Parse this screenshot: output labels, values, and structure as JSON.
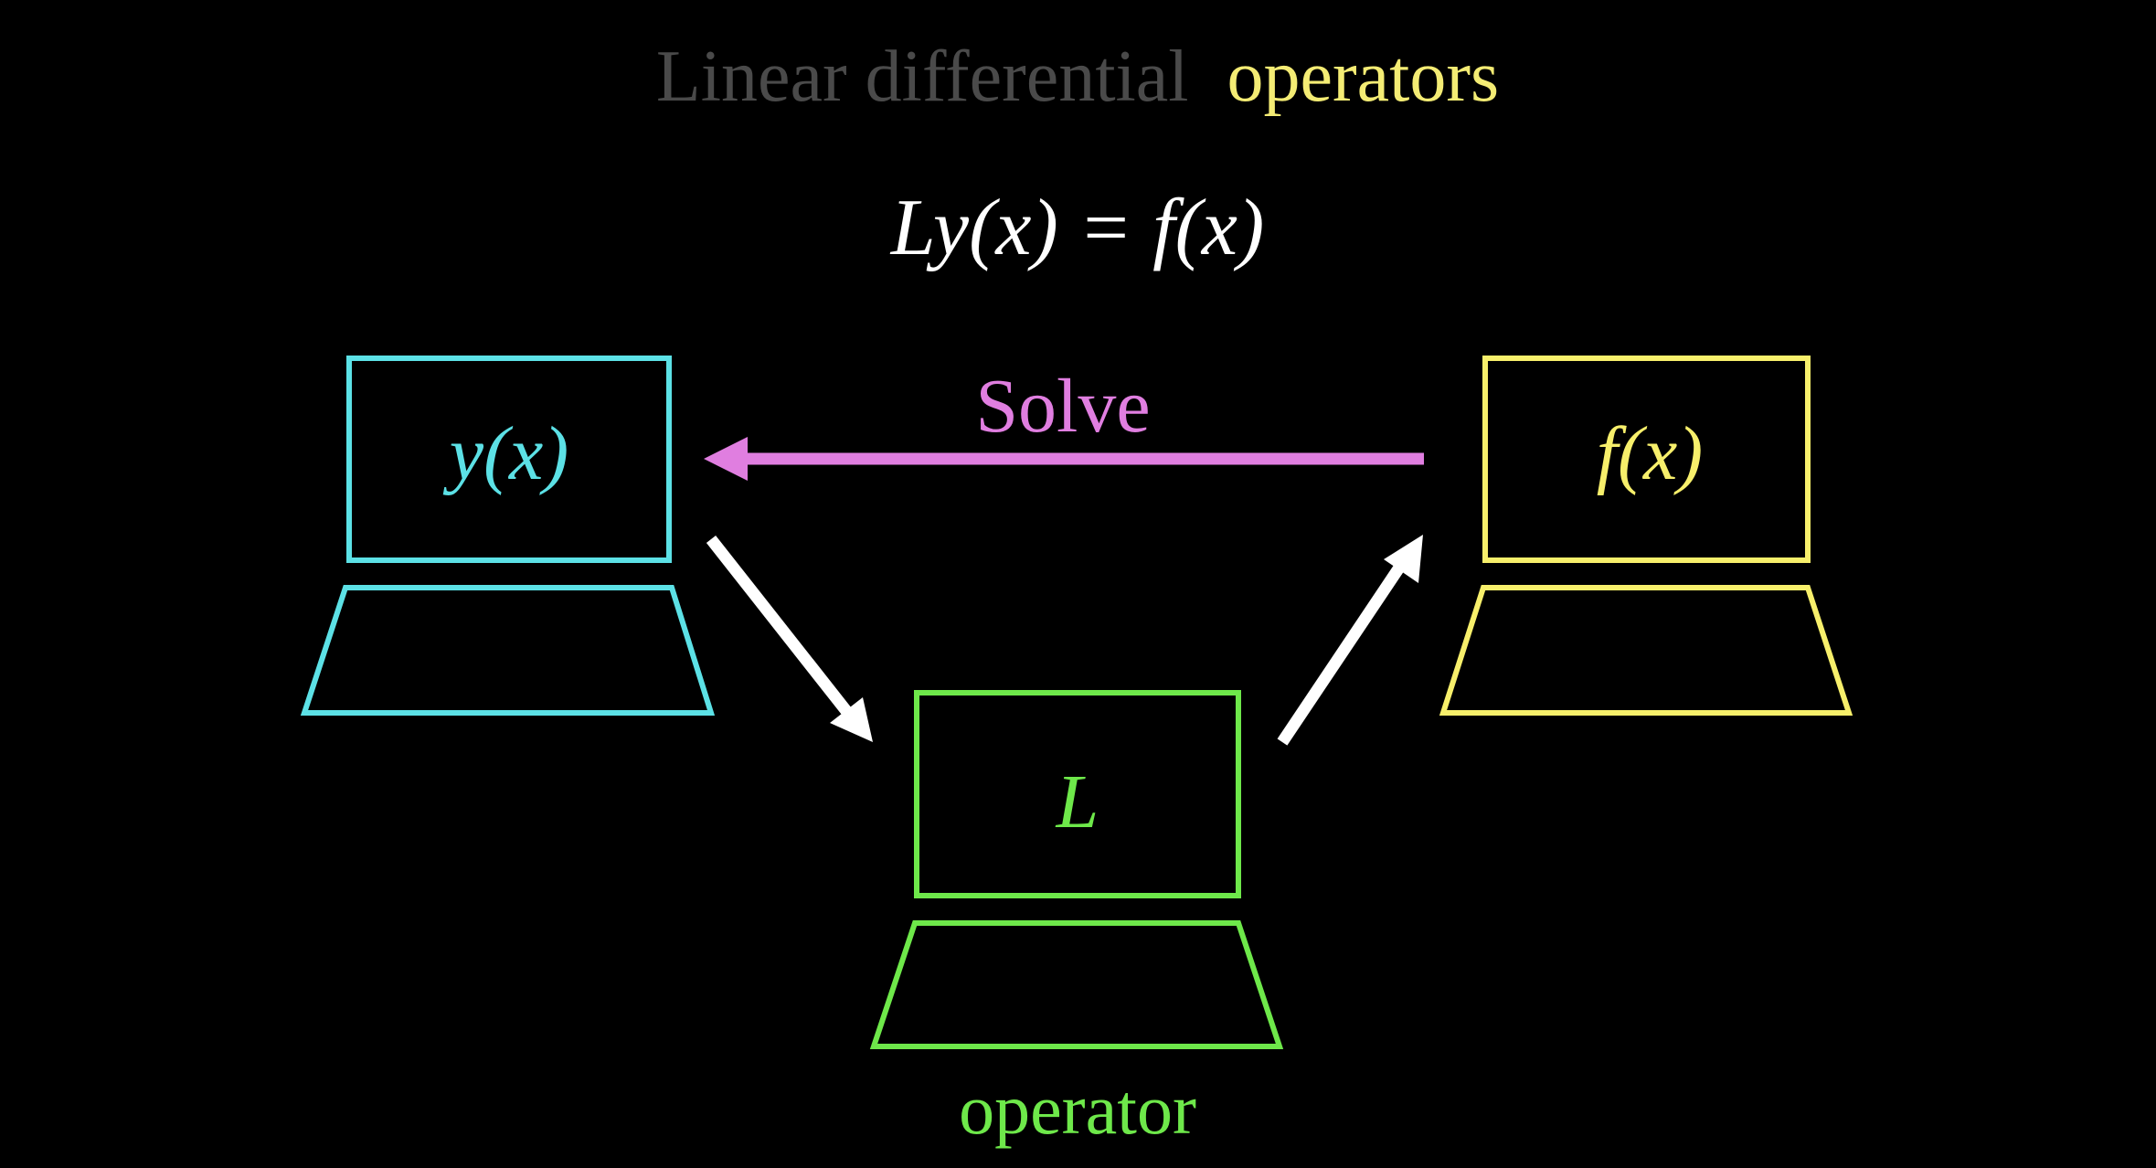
{
  "title": {
    "part1": "Linear differential",
    "part2": "operators"
  },
  "equation": "Ly(x) = f(x)",
  "nodes": {
    "input": {
      "label": "y(x)",
      "color": "#5ce1e6"
    },
    "operator": {
      "label": "L",
      "caption": "operator",
      "color": "#6ee84a"
    },
    "output": {
      "label": "f(x)",
      "color": "#f7ef6b"
    }
  },
  "solve_label": "Solve",
  "colors": {
    "background": "#000000",
    "title_dim": "#4a4a4a",
    "title_highlight": "#f4ec74",
    "equation": "#ffffff",
    "solve": "#e07ee0",
    "arrows": "#ffffff"
  }
}
